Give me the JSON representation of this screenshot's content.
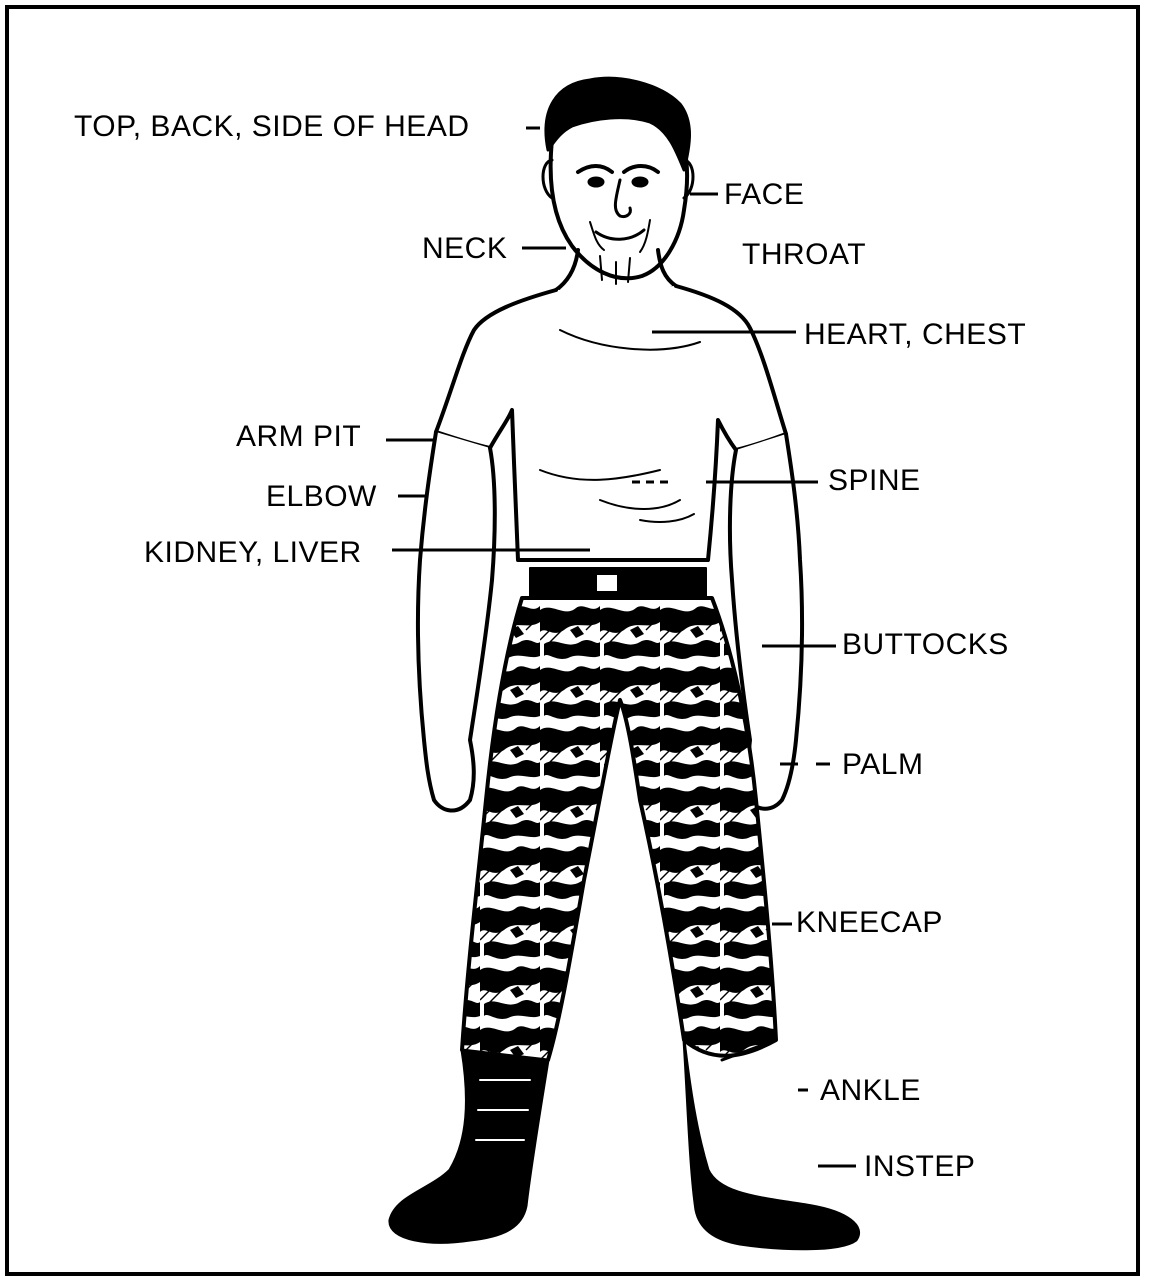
{
  "diagram": {
    "labels": {
      "head": "TOP, BACK, SIDE OF HEAD",
      "face": "FACE",
      "neck": "NECK",
      "throat": "THROAT",
      "heart_chest": "HEART, CHEST",
      "arm_pit": "ARM PIT",
      "spine": "SPINE",
      "elbow": "ELBOW",
      "kidney_liver": "KIDNEY, LIVER",
      "buttocks": "BUTTOCKS",
      "palm": "PALM",
      "kneecap": "KNEECAP",
      "ankle": "ANKLE",
      "instep": "INSTEP"
    },
    "colors": {
      "ink": "#000000",
      "paper": "#ffffff"
    }
  }
}
